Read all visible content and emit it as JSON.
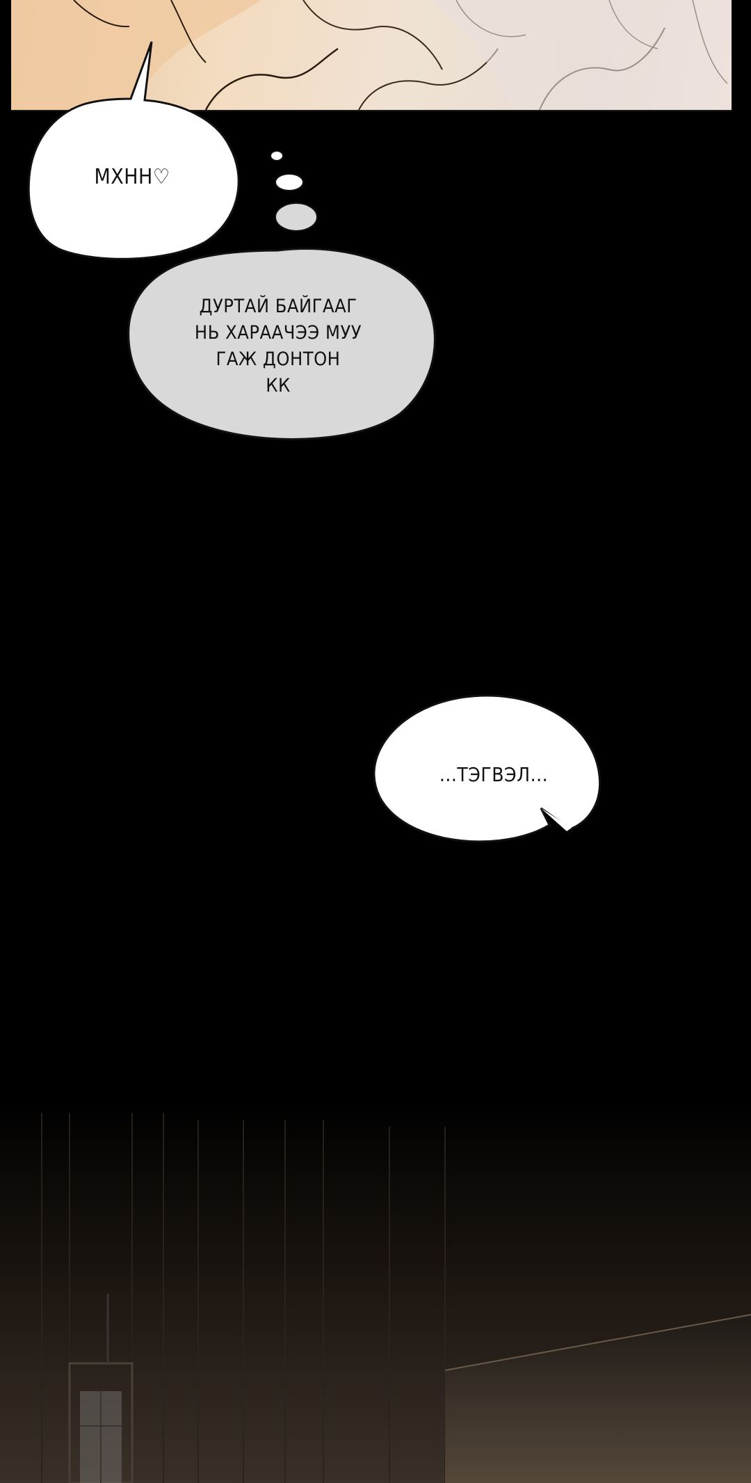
{
  "comic": {
    "bubble_1": {
      "text": "МХНН♡"
    },
    "thought_bubble": {
      "lines": [
        "ДУРТАЙ БАЙГААГ",
        "НЬ ХАРААЧЭЭ МУУ",
        "ГАЖ ДОНТОН",
        "КК"
      ]
    },
    "bubble_2": {
      "text": "...ТЭГВЭЛ..."
    }
  },
  "colors": {
    "background": "#000000",
    "speech_bubble": "#ffffff",
    "thought_bubble": "#d9d9d9",
    "top_panel_skin": "#efd3b2"
  }
}
